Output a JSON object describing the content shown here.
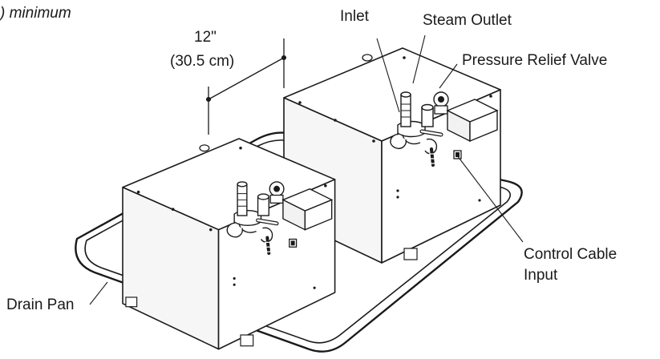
{
  "labels": {
    "clearance_note": ") minimum",
    "dimension_in": "12\"",
    "dimension_cm": "(30.5 cm)",
    "inlet": "Inlet",
    "steam_outlet": "Steam Outlet",
    "pressure_relief_valve": "Pressure Relief Valve",
    "control_cable_line1": "Control Cable",
    "control_cable_line2": "Input",
    "drain_pan": "Drain Pan"
  },
  "colors": {
    "line": "#1a1a1a",
    "fill": "#ffffff",
    "shade": "#f4f4f4"
  }
}
